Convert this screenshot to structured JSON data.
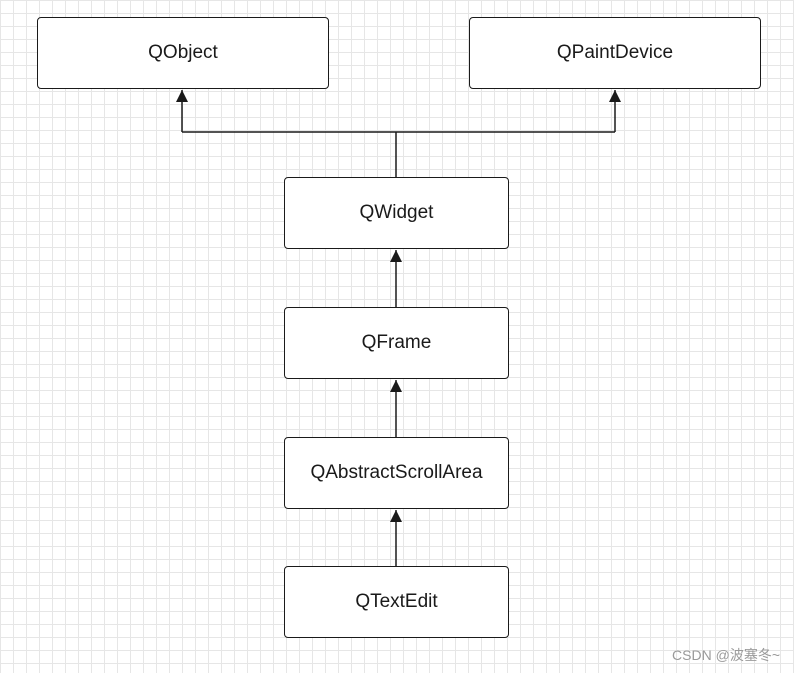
{
  "nodes": {
    "qobject": "QObject",
    "qpaintdevice": "QPaintDevice",
    "qwidget": "QWidget",
    "qframe": "QFrame",
    "qabstractscrollarea": "QAbstractScrollArea",
    "qtextedit": "QTextEdit"
  },
  "watermark": "CSDN @波塞冬~",
  "colors": {
    "line": "#1a1a1a",
    "grid": "#e6e6e6",
    "background": "#ffffff"
  }
}
